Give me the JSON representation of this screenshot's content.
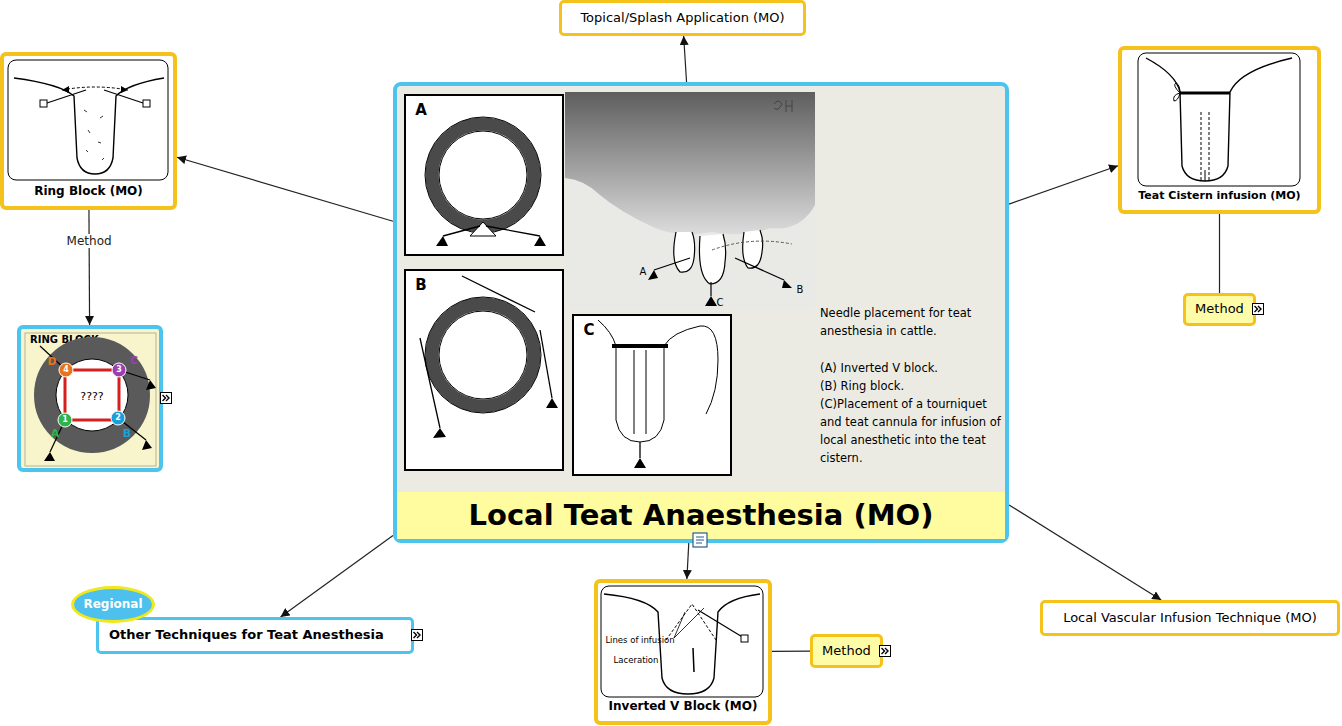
{
  "diagram": {
    "nodes": [
      {
        "text": [
          "Topical/Splash Application (MO)"
        ]
      },
      {
        "text": [
          "Ring Block (MO)"
        ]
      },
      {
        "text": [
          "Teat Cistern infusion (MO)"
        ]
      },
      {
        "text": [
          "Local Teat Anaesthesia (MO)",
          "Needle placement for teat anesthesia in cattle.",
          "(A) Inverted V block.",
          "(B) Ring block.",
          "(C)Placement of a tourniquet and teat cannula for infusion of local anesthetic into the teat cistern."
        ]
      },
      {
        "text": [
          "RING BLOCK"
        ]
      },
      {
        "text": [
          "Method"
        ]
      },
      {
        "text": [
          "Regional"
        ]
      },
      {
        "text": [
          "Other Techniques for Teat Anesthesia"
        ]
      },
      {
        "text": [
          "Inverted V Block (MO)"
        ]
      },
      {
        "text": [
          "Method"
        ]
      },
      {
        "text": [
          "Local Vascular Infusion Technique (MO)"
        ]
      }
    ],
    "edges": [
      {
        "from": 3,
        "to": 0,
        "arrow": "to"
      },
      {
        "from": 3,
        "to": 1,
        "arrow": "to"
      },
      {
        "from": 3,
        "to": 2,
        "arrow": "to"
      },
      {
        "from": 3,
        "to": 7,
        "arrow": "to"
      },
      {
        "from": 3,
        "to": 8,
        "arrow": "to"
      },
      {
        "from": 3,
        "to": 10,
        "arrow": "to"
      },
      {
        "from": 1,
        "to": 4,
        "label": "Method",
        "arrow": "to"
      },
      {
        "from": 2,
        "to": 5,
        "arrow": "none"
      },
      {
        "from": 8,
        "to": 9,
        "arrow": "none"
      }
    ],
    "labels": [
      "A",
      "B",
      "C",
      "A",
      "C",
      "B",
      "D",
      "C",
      "4",
      "3",
      "????",
      "2",
      "1",
      "A",
      "B",
      "Lines of infusion",
      "Laceration"
    ]
  }
}
